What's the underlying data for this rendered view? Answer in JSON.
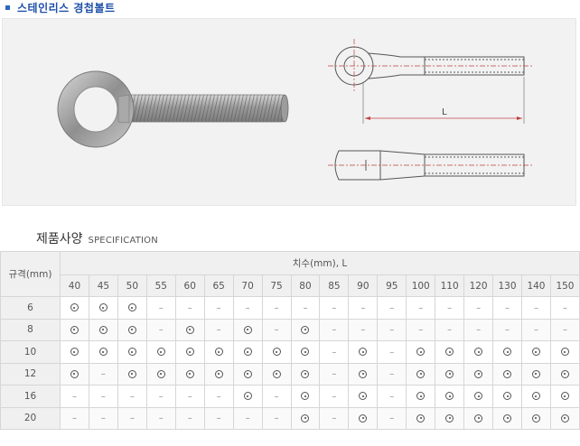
{
  "page": {
    "title": "스테인리스 경첩볼트"
  },
  "spec": {
    "heading_ko": "제품사양",
    "heading_en": "SPECIFICATION",
    "size_header": "규격(mm)",
    "length_header": "치수(mm), L",
    "dimension_label": "L",
    "lengths": [
      "40",
      "45",
      "50",
      "55",
      "60",
      "65",
      "70",
      "75",
      "80",
      "85",
      "90",
      "95",
      "100",
      "110",
      "120",
      "130",
      "140",
      "150"
    ],
    "rows": [
      {
        "size": "6",
        "marks": [
          1,
          1,
          1,
          0,
          0,
          0,
          0,
          0,
          0,
          0,
          0,
          0,
          0,
          0,
          0,
          0,
          0,
          0
        ]
      },
      {
        "size": "8",
        "marks": [
          1,
          1,
          1,
          0,
          1,
          0,
          1,
          0,
          1,
          0,
          0,
          0,
          0,
          0,
          0,
          0,
          0,
          0
        ]
      },
      {
        "size": "10",
        "marks": [
          1,
          1,
          1,
          1,
          1,
          1,
          1,
          1,
          1,
          0,
          1,
          0,
          1,
          1,
          1,
          1,
          1,
          1
        ]
      },
      {
        "size": "12",
        "marks": [
          1,
          0,
          1,
          1,
          1,
          1,
          1,
          1,
          1,
          0,
          1,
          0,
          1,
          1,
          1,
          1,
          1,
          1
        ]
      },
      {
        "size": "16",
        "marks": [
          0,
          0,
          0,
          0,
          0,
          0,
          1,
          0,
          1,
          0,
          1,
          0,
          1,
          1,
          1,
          1,
          1,
          1
        ]
      },
      {
        "size": "20",
        "marks": [
          0,
          0,
          0,
          0,
          0,
          0,
          0,
          0,
          1,
          0,
          1,
          0,
          1,
          1,
          1,
          1,
          1,
          1
        ]
      }
    ],
    "available_symbol": "⊙",
    "unavailable_symbol": "–"
  }
}
